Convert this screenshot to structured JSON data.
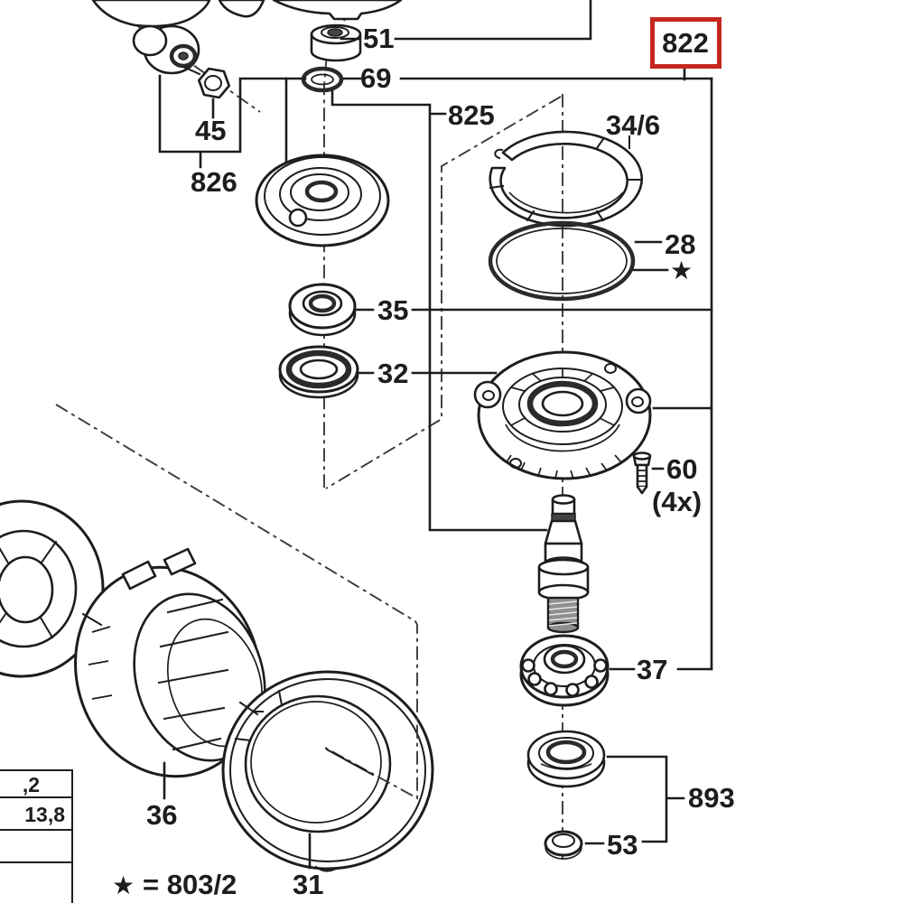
{
  "diagram": {
    "colors": {
      "background": "#ffffff",
      "line": "#1d1d1d",
      "highlight_box": "#c5271e"
    },
    "highlighted_part": "822",
    "labels": {
      "p51": "51",
      "p69": "69",
      "p822": "822",
      "p825": "825",
      "p826": "826",
      "p45": "45",
      "p34_6": "34/6",
      "p28": "28",
      "p35": "35",
      "p32": "32",
      "p60": "60",
      "p60_qty": "(4x)",
      "p37": "37",
      "p36": "36",
      "p31": "31",
      "p893": "893",
      "p53": "53",
      "star": "★"
    },
    "legend": {
      "star": "★",
      "text": "= 803/2"
    },
    "table": {
      "rows": [
        ",2",
        "13,8",
        "",
        ""
      ]
    }
  }
}
